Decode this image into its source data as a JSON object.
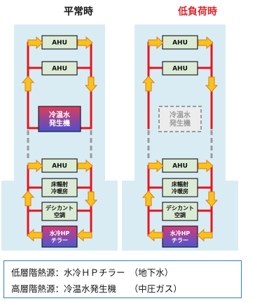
{
  "titles": {
    "normal": "平常時",
    "low_load": "低負荷時"
  },
  "colors": {
    "pipe": "#e8141c",
    "arrow": "#f7c31a",
    "arrow_outline": "#e57a10",
    "building": "#d9ecf4",
    "ahu": "#dcebd5",
    "stopped": "#9a9a9a"
  },
  "diagrams": [
    {
      "key": "normal",
      "units": {
        "ahu1": "AHU",
        "ahu2": "AHU",
        "chiller_absorption": "冷温水\n発生機",
        "ahu3": "AHU",
        "radiant": "床輻射\n冷暖房",
        "desiccant": "デシカント\n空調",
        "hp_chiller": "水冷HP\nチラー"
      },
      "absorption_active": true
    },
    {
      "key": "low_load",
      "units": {
        "ahu1": "AHU",
        "ahu2": "AHU",
        "chiller_absorption": "冷温水\n発生機",
        "ahu3": "AHU",
        "radiant": "床輻射\n冷暖房",
        "desiccant": "デシカント\n空調",
        "hp_chiller": "水冷HP\nチラー"
      },
      "absorption_active": false
    }
  ],
  "legend": {
    "line1": "低層階熱源：水冷ＨＰチラー　（地下水）",
    "line2": "高層階熱源：冷温水発生機　　（中圧ガス）"
  }
}
